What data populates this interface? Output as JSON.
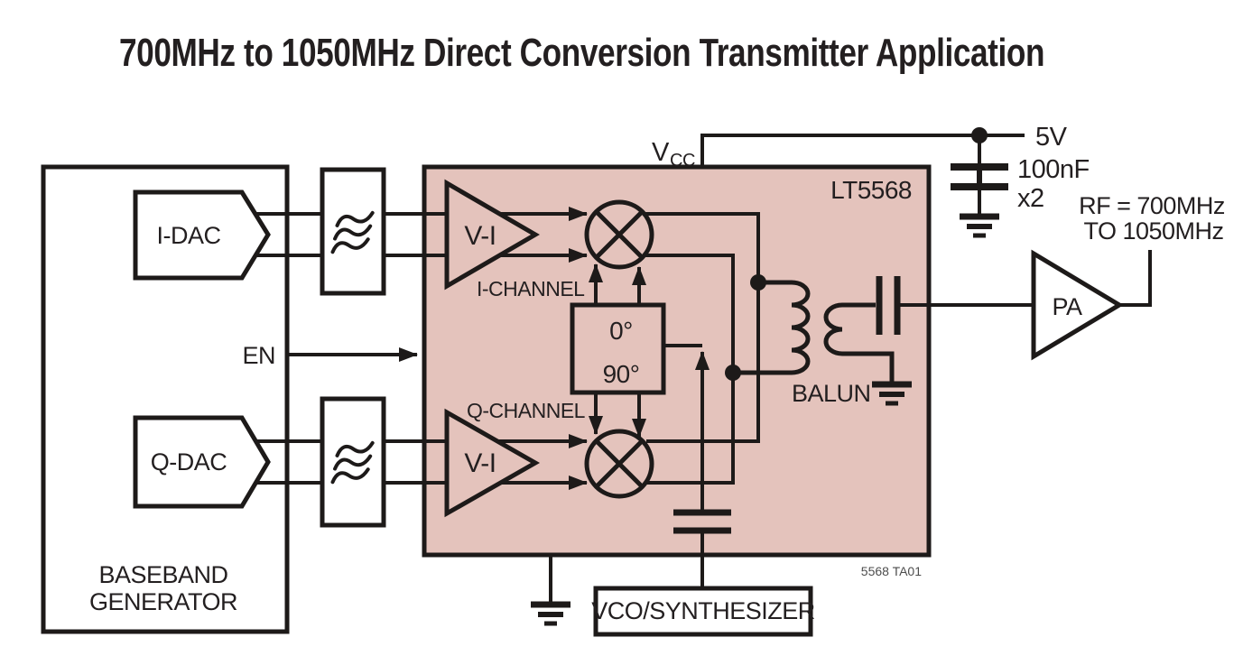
{
  "title": "700MHz to 1050MHz Direct Conversion Transmitter Application",
  "colors": {
    "line": "#1d1a19",
    "chip_fill": "#e4c3bc",
    "text": "#231f20",
    "footnote_text": "#4d4d4d"
  },
  "baseband": {
    "label_line1": "BASEBAND",
    "label_line2": "GENERATOR",
    "i_dac_label": "I-DAC",
    "q_dac_label": "Q-DAC",
    "enable_label": "EN"
  },
  "chip": {
    "part_number": "LT5568",
    "i_channel_label": "I-CHANNEL",
    "q_channel_label": "Q-CHANNEL",
    "i_amp_label": "V-I",
    "q_amp_label": "V-I",
    "phase_0_label": "0°",
    "phase_90_label": "90°",
    "balun_label": "BALUN"
  },
  "supply": {
    "vcc_label_main": "V",
    "vcc_label_sub": "CC",
    "rail_voltage": "5V",
    "bypass_cap_value": "100nF",
    "bypass_cap_count": "x2"
  },
  "rf_output": {
    "pa_label": "PA",
    "freq_line1": "RF = 700MHz",
    "freq_line2": "TO 1050MHz"
  },
  "lo_section": {
    "vco_label": "VCO/SYNTHESIZER"
  },
  "footnote": "5568 TA01"
}
